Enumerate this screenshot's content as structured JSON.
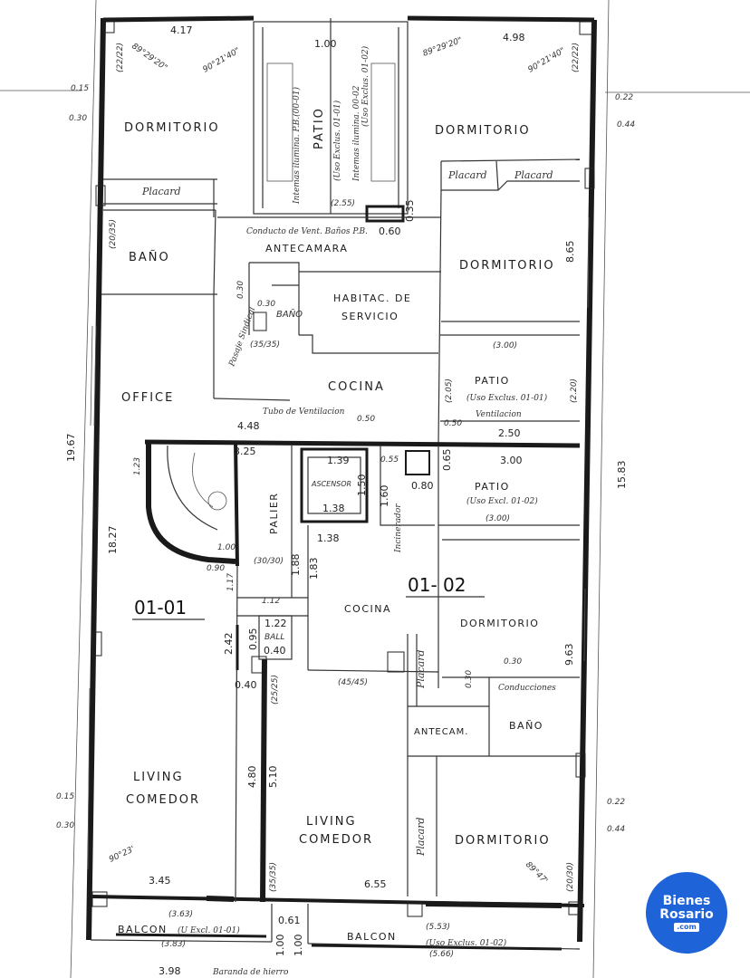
{
  "rooms": {
    "dormitorio_tl": "DORMITORIO",
    "patio_top": "PATIO",
    "dormitorio_tr": "DORMITORIO",
    "placard_l": "Placard",
    "placard_r1": "Placard",
    "placard_r2": "Placard",
    "bano_l": "BAÑO",
    "antecamara": "ANTECAMARA",
    "dormitorio_r2": "DORMITORIO",
    "habitac_1": "HABITAC. DE",
    "habitac_2": "SERVICIO",
    "bano_serv": "BAÑO",
    "office": "OFFICE",
    "cocina_top": "COCINA",
    "patio_r1": "PATIO",
    "patio_r2": "PATIO",
    "palier": "PALIER",
    "ascensor": "ASCENSOR",
    "cocina_mid": "COCINA",
    "dormitorio_r3": "DORMITORIO",
    "bano_r": "BAÑO",
    "antecam": "ANTECAM.",
    "living_l1": "LIVING",
    "living_l2": "COMEDOR",
    "living_r1": "LIVING",
    "living_r2": "COMEDOR",
    "placard_mid": "Placard",
    "placard_low": "Placard",
    "dormitorio_r4": "DORMITORIO",
    "balcon_l": "BALCON",
    "balcon_r": "BALCON"
  },
  "units": {
    "unit_left": "01-01",
    "unit_right": "01- 02"
  },
  "notes": {
    "patio_top_1": "(Uso Exclus. 01-01)",
    "patio_top_2": "(Uso Exclus. 01-02)",
    "intemas_1": "Intemas ilumina. P.B.(00-01)",
    "intemas_2": "Intemas ilumina. 00-02",
    "conducto": "Conducto de Vent. Baños P.B.",
    "patio_r1": "(Uso Exclus. 01-01)",
    "ventilacion": "Ventilacion",
    "tubo": "Tubo de Ventilacion",
    "patio_r2": "(Uso Excl. 01-02)",
    "conducciones": "Conducciones",
    "balcon_l": "(U Excl. 01-01)",
    "balcon_r": "(Uso Exclus. 01-02)",
    "baranda": "Baranda de hierro",
    "ball": "BALL",
    "incinerador": "Incinerador",
    "pasaje": "Pasaje Sindical"
  },
  "dims": {
    "d417": "4.17",
    "d498": "4.98",
    "d100a": "1.00",
    "d255": "(2.55)",
    "d060": "0.60",
    "d035": "0.35",
    "d2222a": "(22/22)",
    "d2222b": "(22/22)",
    "d015a": "0.15",
    "d030a": "0.30",
    "d022a": "0.22",
    "d044a": "0.44",
    "d865": "8.65",
    "d2035a": "(20/35)",
    "d3535": "(35/35)",
    "d030b": "0.30",
    "d030c": "0.30",
    "d300a": "(3.00)",
    "d205": "(2.05)",
    "d220": "(2.20)",
    "d250": "2.50",
    "d050a": "0.50",
    "d050b": "0.50",
    "d448": "4.48",
    "d325": "3.25",
    "d139": "1.39",
    "d138a": "1.38",
    "d150": "1.50",
    "d055": "0.55",
    "d080": "0.80",
    "d065": "0.65",
    "d300b": "3.00",
    "d300c": "(3.00)",
    "d1967": "19.67",
    "d1583": "15.83",
    "d1827": "18.27",
    "d123": "1.23",
    "d160": "1.60",
    "d138b": "1.38",
    "d188": "1.88",
    "d183": "1.83",
    "d100b": "1.00",
    "d090": "0.90",
    "d117": "1.17",
    "d112": "1.12",
    "d122": "1.22",
    "d095": "0.95",
    "d040a": "0.40",
    "d242": "2.42",
    "d040b": "0.40",
    "d4545": "(45/45)",
    "d030d": "0.30",
    "d030e": "0.30",
    "d963": "9.63",
    "d480": "4.80",
    "d510": "5.10",
    "d015b": "0.15",
    "d030f": "0.30",
    "d022b": "0.22",
    "d044b": "0.44",
    "d345": "3.45",
    "d655": "6.55",
    "d363": "(3.63)",
    "d383": "(3.83)",
    "d553": "(5.53)",
    "d566": "(5.66)",
    "d061": "0.61",
    "d100c": "1.00",
    "d100d": "1.00",
    "d398": "3.98",
    "d2525": "(25/25)",
    "d3535b": "(35/35)",
    "d2030": "(20/30)",
    "d3030": "(30/30)",
    "a1": "89°29'20\"",
    "a2": "90°21'40\"",
    "a3": "89°29'20\"",
    "a4": "90°21'40\"",
    "a5": "90°23'",
    "a6": "89°47'"
  },
  "logo": {
    "line1": "Bienes",
    "line2": "Rosario",
    "line3": ".com"
  }
}
